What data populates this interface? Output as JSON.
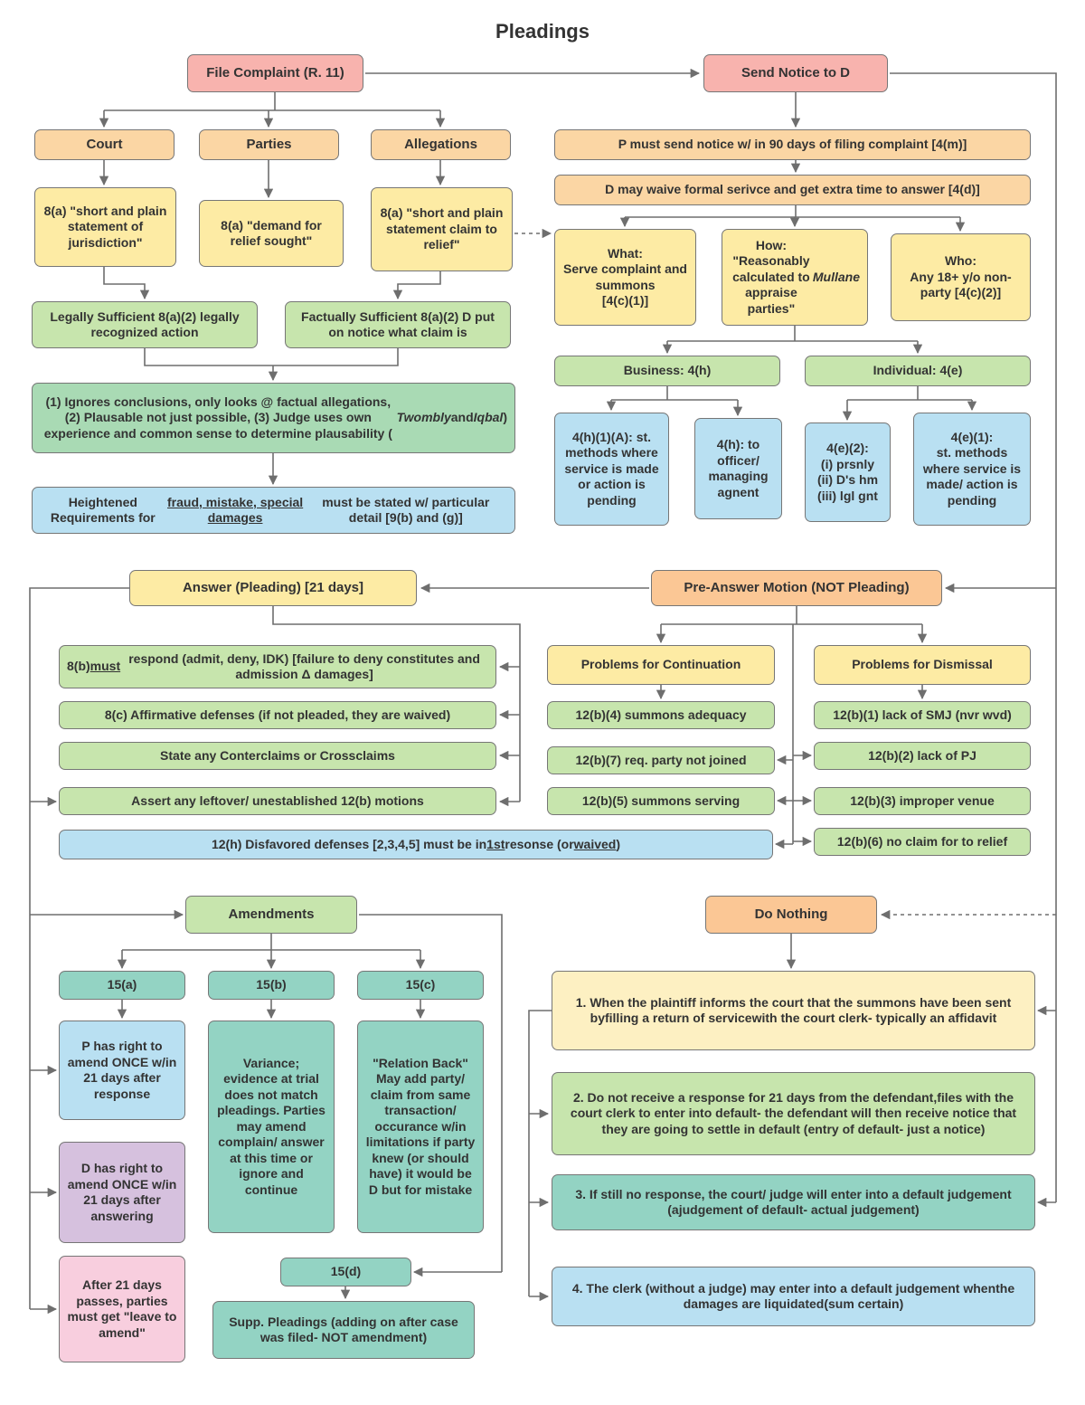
{
  "title": "Pleadings",
  "complaint": {
    "file_complaint": "File Complaint (R. 11)",
    "court": "Court",
    "parties": "Parties",
    "allegations": "Allegations",
    "jurisdiction": "8(a) \"short and plain statement of jurisdiction\"",
    "demand": "8(a) \"demand for relief sought\"",
    "claim": "8(a) \"short and plain statement claim to relief\"",
    "legally_sufficient": "Legally Sufficient 8(a)(2) legally recognized action",
    "factually_sufficient": "Factually Sufficient 8(a)(2) D put on notice what claim is",
    "plausibility": [
      {
        "t": "(1) Ignores conclusions, only looks @ factual allegations, (2) Plausable not just possible, (3) Judge uses own experience and common sense to determine plausability ("
      },
      {
        "t": "Twombly",
        "i": true
      },
      {
        "t": " and "
      },
      {
        "t": "Iqbal",
        "i": true
      },
      {
        "t": ")"
      }
    ],
    "heightened": [
      {
        "t": "Heightened Requirements for "
      },
      {
        "t": "fraud, mistake, special damages",
        "u": true
      },
      {
        "t": " must be stated w/ particular detail [9(b) and (g)]"
      }
    ]
  },
  "service": {
    "send_notice": "Send Notice to D",
    "deadline": "P must send notice w/ in 90 days of filing complaint [4(m)]",
    "waiver": "D may waive formal serivce and get extra time to answer [4(d)]",
    "what": "What:\nServe complaint and summons\n[4(c)(1)]",
    "how": [
      {
        "t": "How: \"Reasonably calculated to appraise parties\"\n"
      },
      {
        "t": "Mullane",
        "i": true
      }
    ],
    "who": "Who:\nAny 18+ y/o non-party [4(c)(2)]",
    "business": "Business: 4(h)",
    "individual": "Individual: 4(e)",
    "h1a": "4(h)(1)(A): st. methods where service is made or action is pending",
    "h_officer": "4(h): to officer/ managing agnent",
    "e2": "4(e)(2):\n(i) prsnly\n(ii) D's hm\n(iii) lgl gnt",
    "e1": "4(e)(1):\nst. methods where service is made/ action is pending"
  },
  "answer": {
    "title": "Answer (Pleading) [21 days]",
    "respond": [
      {
        "t": "8(b) "
      },
      {
        "t": "must",
        "u": true
      },
      {
        "t": " respond (admit, deny, IDK) [failure to deny constitutes and admission Δ damages]"
      }
    ],
    "affirmative": "8(c) Affirmative defenses (if not pleaded, they are waived)",
    "counterclaims": "State any Conterclaims or Crossclaims",
    "leftover": "Assert any leftover/ unestablished 12(b) motions",
    "disfavored": [
      {
        "t": "12(h) Disfavored defenses [2,3,4,5] must be in "
      },
      {
        "t": "1st",
        "u": true
      },
      {
        "t": " resonse (or "
      },
      {
        "t": "waived",
        "u": true
      },
      {
        "t": ")"
      }
    ]
  },
  "pre_answer": {
    "title": "Pre-Answer Motion (NOT Pleading)",
    "continuation_title": "Problems for Continuation",
    "dismissal_title": "Problems for Dismissal",
    "b4": "12(b)(4) summons adequacy",
    "b7": "12(b)(7) req. party not joined",
    "b5": "12(b)(5) summons serving",
    "b1": "12(b)(1) lack of SMJ (nvr wvd)",
    "b2": "12(b)(2) lack of PJ",
    "b3": "12(b)(3) improper venue",
    "b6": "12(b)(6) no claim for to relief"
  },
  "amendments": {
    "title": "Amendments",
    "a15": "15(a)",
    "b15": "15(b)",
    "c15": "15(c)",
    "d15": "15(d)",
    "p_amend": "P has right to amend ONCE w/in 21 days after response",
    "d_amend": "D has right to amend ONCE w/in 21 days after answering",
    "leave": "After 21 days passes, parties must get \"leave to amend\"",
    "variance": "Variance; evidence at trial does not match pleadings. Parties may amend complain/ answer at this time or ignore and continue",
    "relation_back": "\"Relation Back\" May add party/ claim from same transaction/ occurance w/in limitations if party knew (or should have) it would be D but for mistake",
    "supp": "Supp. Pleadings (adding on after case was filed- NOT amendment)"
  },
  "default_path": {
    "title": "Do Nothing",
    "step1": "1. When the plaintiff informs the court that the summons have been sent byfilling a return of servicewith the court clerk- typically an affidavit",
    "step2": "2. Do not receive a response for 21 days from the defendant,files with the court clerk to enter into default- the defendant will then receive notice that they are going to settle in default (entry of default- just a notice)",
    "step3": "3. If still no response, the court/ judge will enter into a default judgement (ajudgement of default- actual judgement)",
    "step4": "4. The clerk (without a judge) may enter into a default judgement whenthe damages are liquidated(sum certain)"
  },
  "colors": {
    "node_red": "#f8b3ae",
    "node_orange": "#fbd6a4",
    "node_orange_deep": "#fbc795",
    "node_yellow": "#fdeba4",
    "node_pale_yellow": "#fdf0c2",
    "node_green": "#c7e5ad",
    "node_green_mid": "#a9dab4",
    "node_teal": "#93d3c3",
    "node_blue": "#b9e0f2",
    "node_purple": "#d6c1de",
    "node_pink": "#f8cede",
    "connector": "#6e6e6e",
    "text": "#333333"
  }
}
